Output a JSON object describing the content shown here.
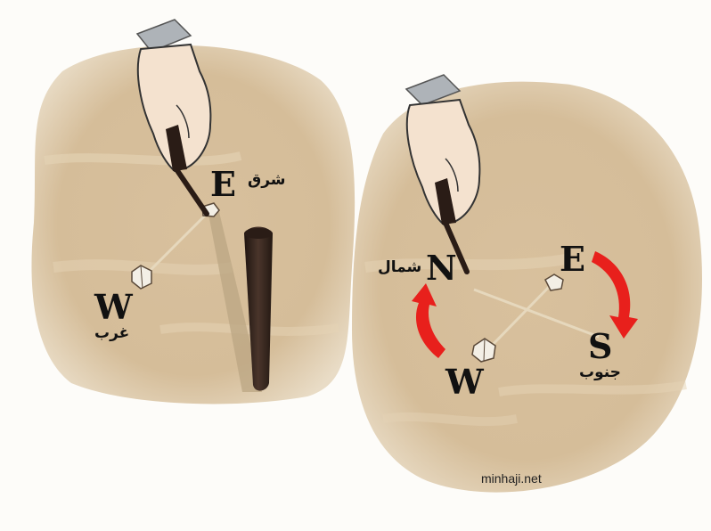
{
  "left_panel": {
    "east_letter": "E",
    "east_arabic": "شرق",
    "west_letter": "W",
    "west_arabic": "غرب"
  },
  "right_panel": {
    "north_letter": "N",
    "north_arabic": "شمال",
    "east_letter": "E",
    "south_letter": "S",
    "south_arabic": "جنوب",
    "west_letter": "W"
  },
  "credit": "minhaji.net",
  "colors": {
    "ground": "#d9c2a0",
    "arrow": "#e8201c",
    "stick": "#3a2a22"
  }
}
